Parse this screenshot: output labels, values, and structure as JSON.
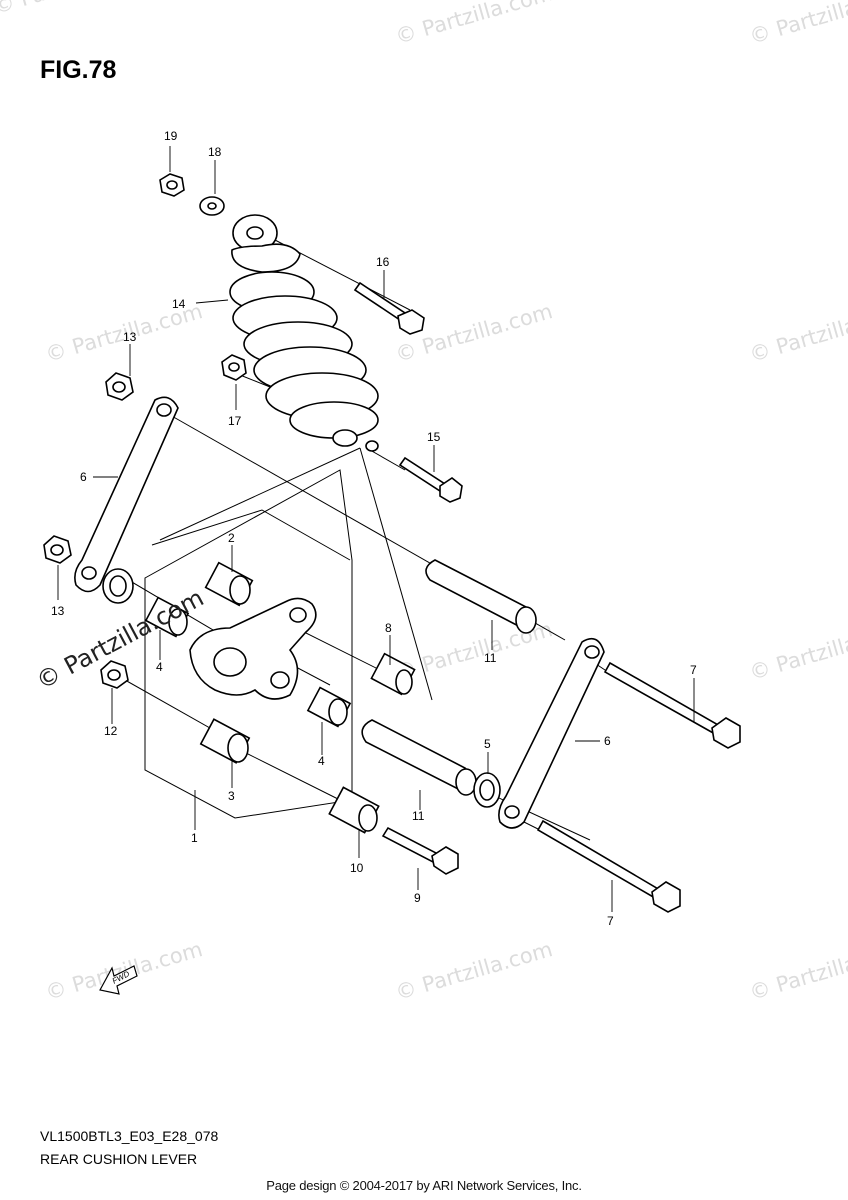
{
  "figure": {
    "title": "FIG.78",
    "code": "VL1500BTL3_E03_E28_078",
    "caption": "REAR CUSHION LEVER"
  },
  "footer": "Page design © 2004-2017 by ARI Network Services, Inc.",
  "watermark": {
    "faint_text": "© Partzilla.com",
    "overlay_text": "© Partzilla.com"
  },
  "fwd_arrow_label": "FWD",
  "callouts": {
    "c1": "1",
    "c2": "2",
    "c3": "3",
    "c4a": "4",
    "c4b": "4",
    "c5": "5",
    "c6a": "6",
    "c6b": "6",
    "c7a": "7",
    "c7b": "7",
    "c8": "8",
    "c9": "9",
    "c10": "10",
    "c11a": "11",
    "c11b": "11",
    "c12": "12",
    "c13a": "13",
    "c13b": "13",
    "c14": "14",
    "c15": "15",
    "c16": "16",
    "c17": "17",
    "c18": "18",
    "c19": "19"
  },
  "colors": {
    "line": "#000000",
    "watermark": "#dcdcdc",
    "background": "#ffffff"
  }
}
